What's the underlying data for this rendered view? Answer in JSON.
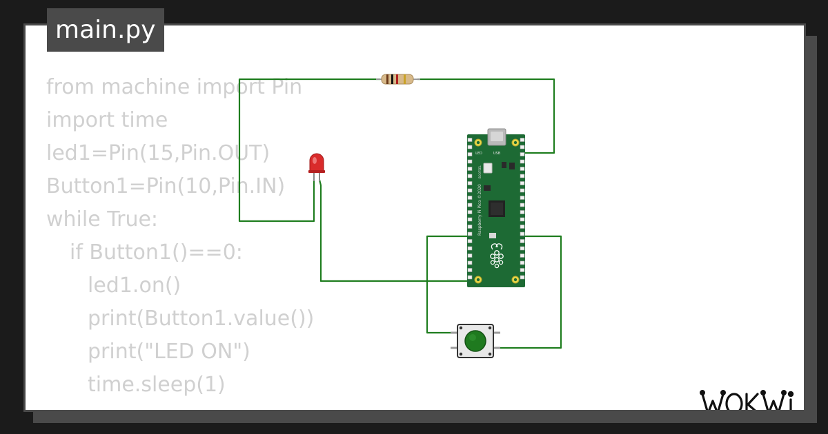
{
  "file_tab": {
    "name": "main.py"
  },
  "code_lines": [
    {
      "text": "from machine import Pin",
      "indent": 0
    },
    {
      "text": "import time",
      "indent": 0
    },
    {
      "text": "led1=Pin(15,Pin.OUT)",
      "indent": 0
    },
    {
      "text": "Button1=Pin(10,Pin.IN)",
      "indent": 0
    },
    {
      "text": "while True:",
      "indent": 0
    },
    {
      "text": "if Button1()==0:",
      "indent": 1
    },
    {
      "text": "led1.on()",
      "indent": 2
    },
    {
      "text": "print(Button1.value())",
      "indent": 2
    },
    {
      "text": "print(\"LED ON\")",
      "indent": 2
    },
    {
      "text": "time.sleep(1)",
      "indent": 2
    }
  ],
  "board": {
    "silkscreen_name": "Raspberry Pi Pico ©2020",
    "usb_label": "USB",
    "led_label": "LED",
    "chip_label": "BOOTSEL"
  },
  "logo": {
    "text": "WOKWI"
  },
  "colors": {
    "wire": "#1e7d1e",
    "board": "#1d6a34",
    "led": "#d92b2b",
    "button_cap": "#1f7a1f",
    "code_text": "#d0d0d0",
    "frame": "#4a4a4a"
  },
  "icons": [
    "raspberry-pi-logo-icon",
    "usb-port-icon"
  ]
}
